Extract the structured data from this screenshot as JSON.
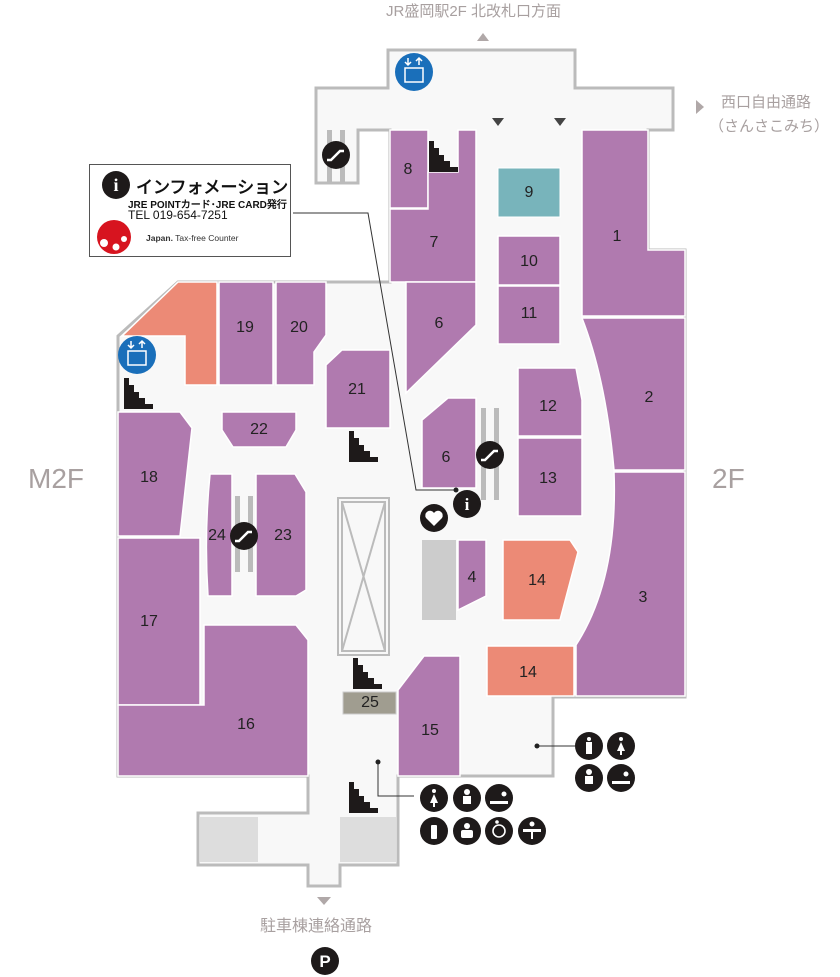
{
  "directions": {
    "north": "JR盛岡駅2F 北改札口方面",
    "west_line1": "西口自由通路",
    "west_line2": "（さんさこみち）",
    "south": "駐車棟連絡通路"
  },
  "floors": {
    "left": "M2F",
    "right": "2F"
  },
  "info": {
    "title": "インフォメーション",
    "subtitle": "JRE POINTカード･JRE CARD発行",
    "tel": "TEL 019-654-7251",
    "tax_brand": "Japan.",
    "tax_label": "Tax-free Counter"
  },
  "shops": {
    "s1": "1",
    "s2": "2",
    "s3": "3",
    "s4": "4",
    "s6a": "6",
    "s6b": "6",
    "s7": "7",
    "s8": "8",
    "s9": "9",
    "s10": "10",
    "s11": "11",
    "s12": "12",
    "s13": "13",
    "s14a": "14",
    "s14b": "14",
    "s15": "15",
    "s16": "16",
    "s17": "17",
    "s18": "18",
    "s19": "19",
    "s20": "20",
    "s21": "21",
    "s22": "22",
    "s23": "23",
    "s24": "24",
    "s25": "25"
  },
  "parking": "P",
  "colors": {
    "shop": "#b07aaf",
    "highlight": "#ec8a76",
    "shop9": "#78b4bb",
    "elevator": "#1a6fba",
    "floor": "#f8f8f8",
    "wall": "#bbbbbb"
  }
}
